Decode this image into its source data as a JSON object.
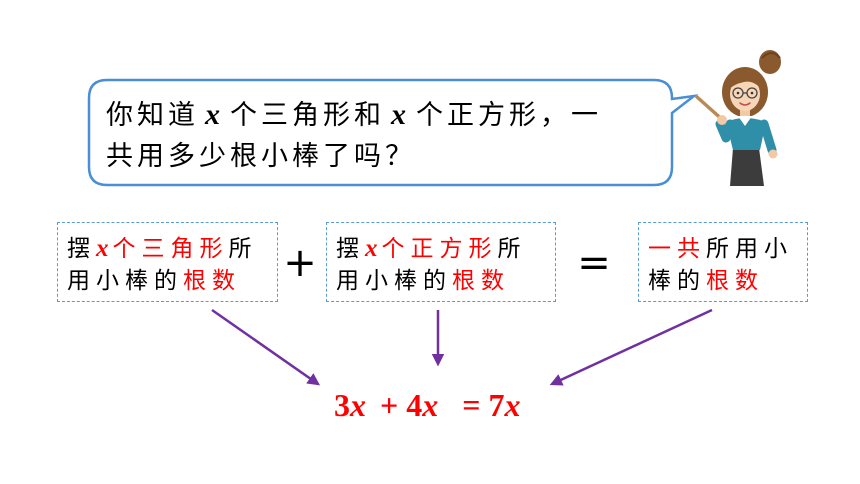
{
  "colors": {
    "text": "#000000",
    "highlight": "#ff0000",
    "bubble_border": "#4a8ed6",
    "box_border": "#5b9bd5",
    "arrow": "#7030a0",
    "teacher_shirt": "#2f8fa8",
    "teacher_hair": "#8a5a2e"
  },
  "icons": {
    "teacher": "teacher-with-pointer-icon"
  },
  "bubble": {
    "line1": [
      "你知道",
      "x",
      "个三角形和",
      "x",
      "个正方形，一"
    ],
    "line2": "共用多少根小棒了吗？"
  },
  "boxes": [
    {
      "line1": [
        {
          "text": "摆",
          "highlight": false
        },
        {
          "text": "x",
          "highlight": true
        },
        {
          "text": "个三角形",
          "highlight": true
        },
        {
          "text": "所",
          "highlight": false
        }
      ],
      "line2": [
        {
          "text": "用小棒的",
          "highlight": false
        },
        {
          "text": "根数",
          "highlight": true
        }
      ]
    },
    {
      "line1": [
        {
          "text": "摆",
          "highlight": false
        },
        {
          "text": "x",
          "highlight": true
        },
        {
          "text": "个正方形",
          "highlight": true
        },
        {
          "text": "所",
          "highlight": false
        }
      ],
      "line2": [
        {
          "text": "用小棒的",
          "highlight": false
        },
        {
          "text": "根数",
          "highlight": true
        }
      ]
    },
    {
      "line1": [
        {
          "text": "一共",
          "highlight": true
        },
        {
          "text": "所用小",
          "highlight": false
        }
      ],
      "line2": [
        {
          "text": "棒的",
          "highlight": false
        },
        {
          "text": "根数",
          "highlight": true
        }
      ]
    }
  ],
  "operators": {
    "plus": "+",
    "equals": "="
  },
  "equation": {
    "terms": [
      {
        "coef": "3",
        "var": "x"
      },
      {
        "coef": "4",
        "var": "x"
      },
      {
        "coef": "7",
        "var": "x"
      }
    ],
    "ops": [
      "+",
      "="
    ]
  }
}
